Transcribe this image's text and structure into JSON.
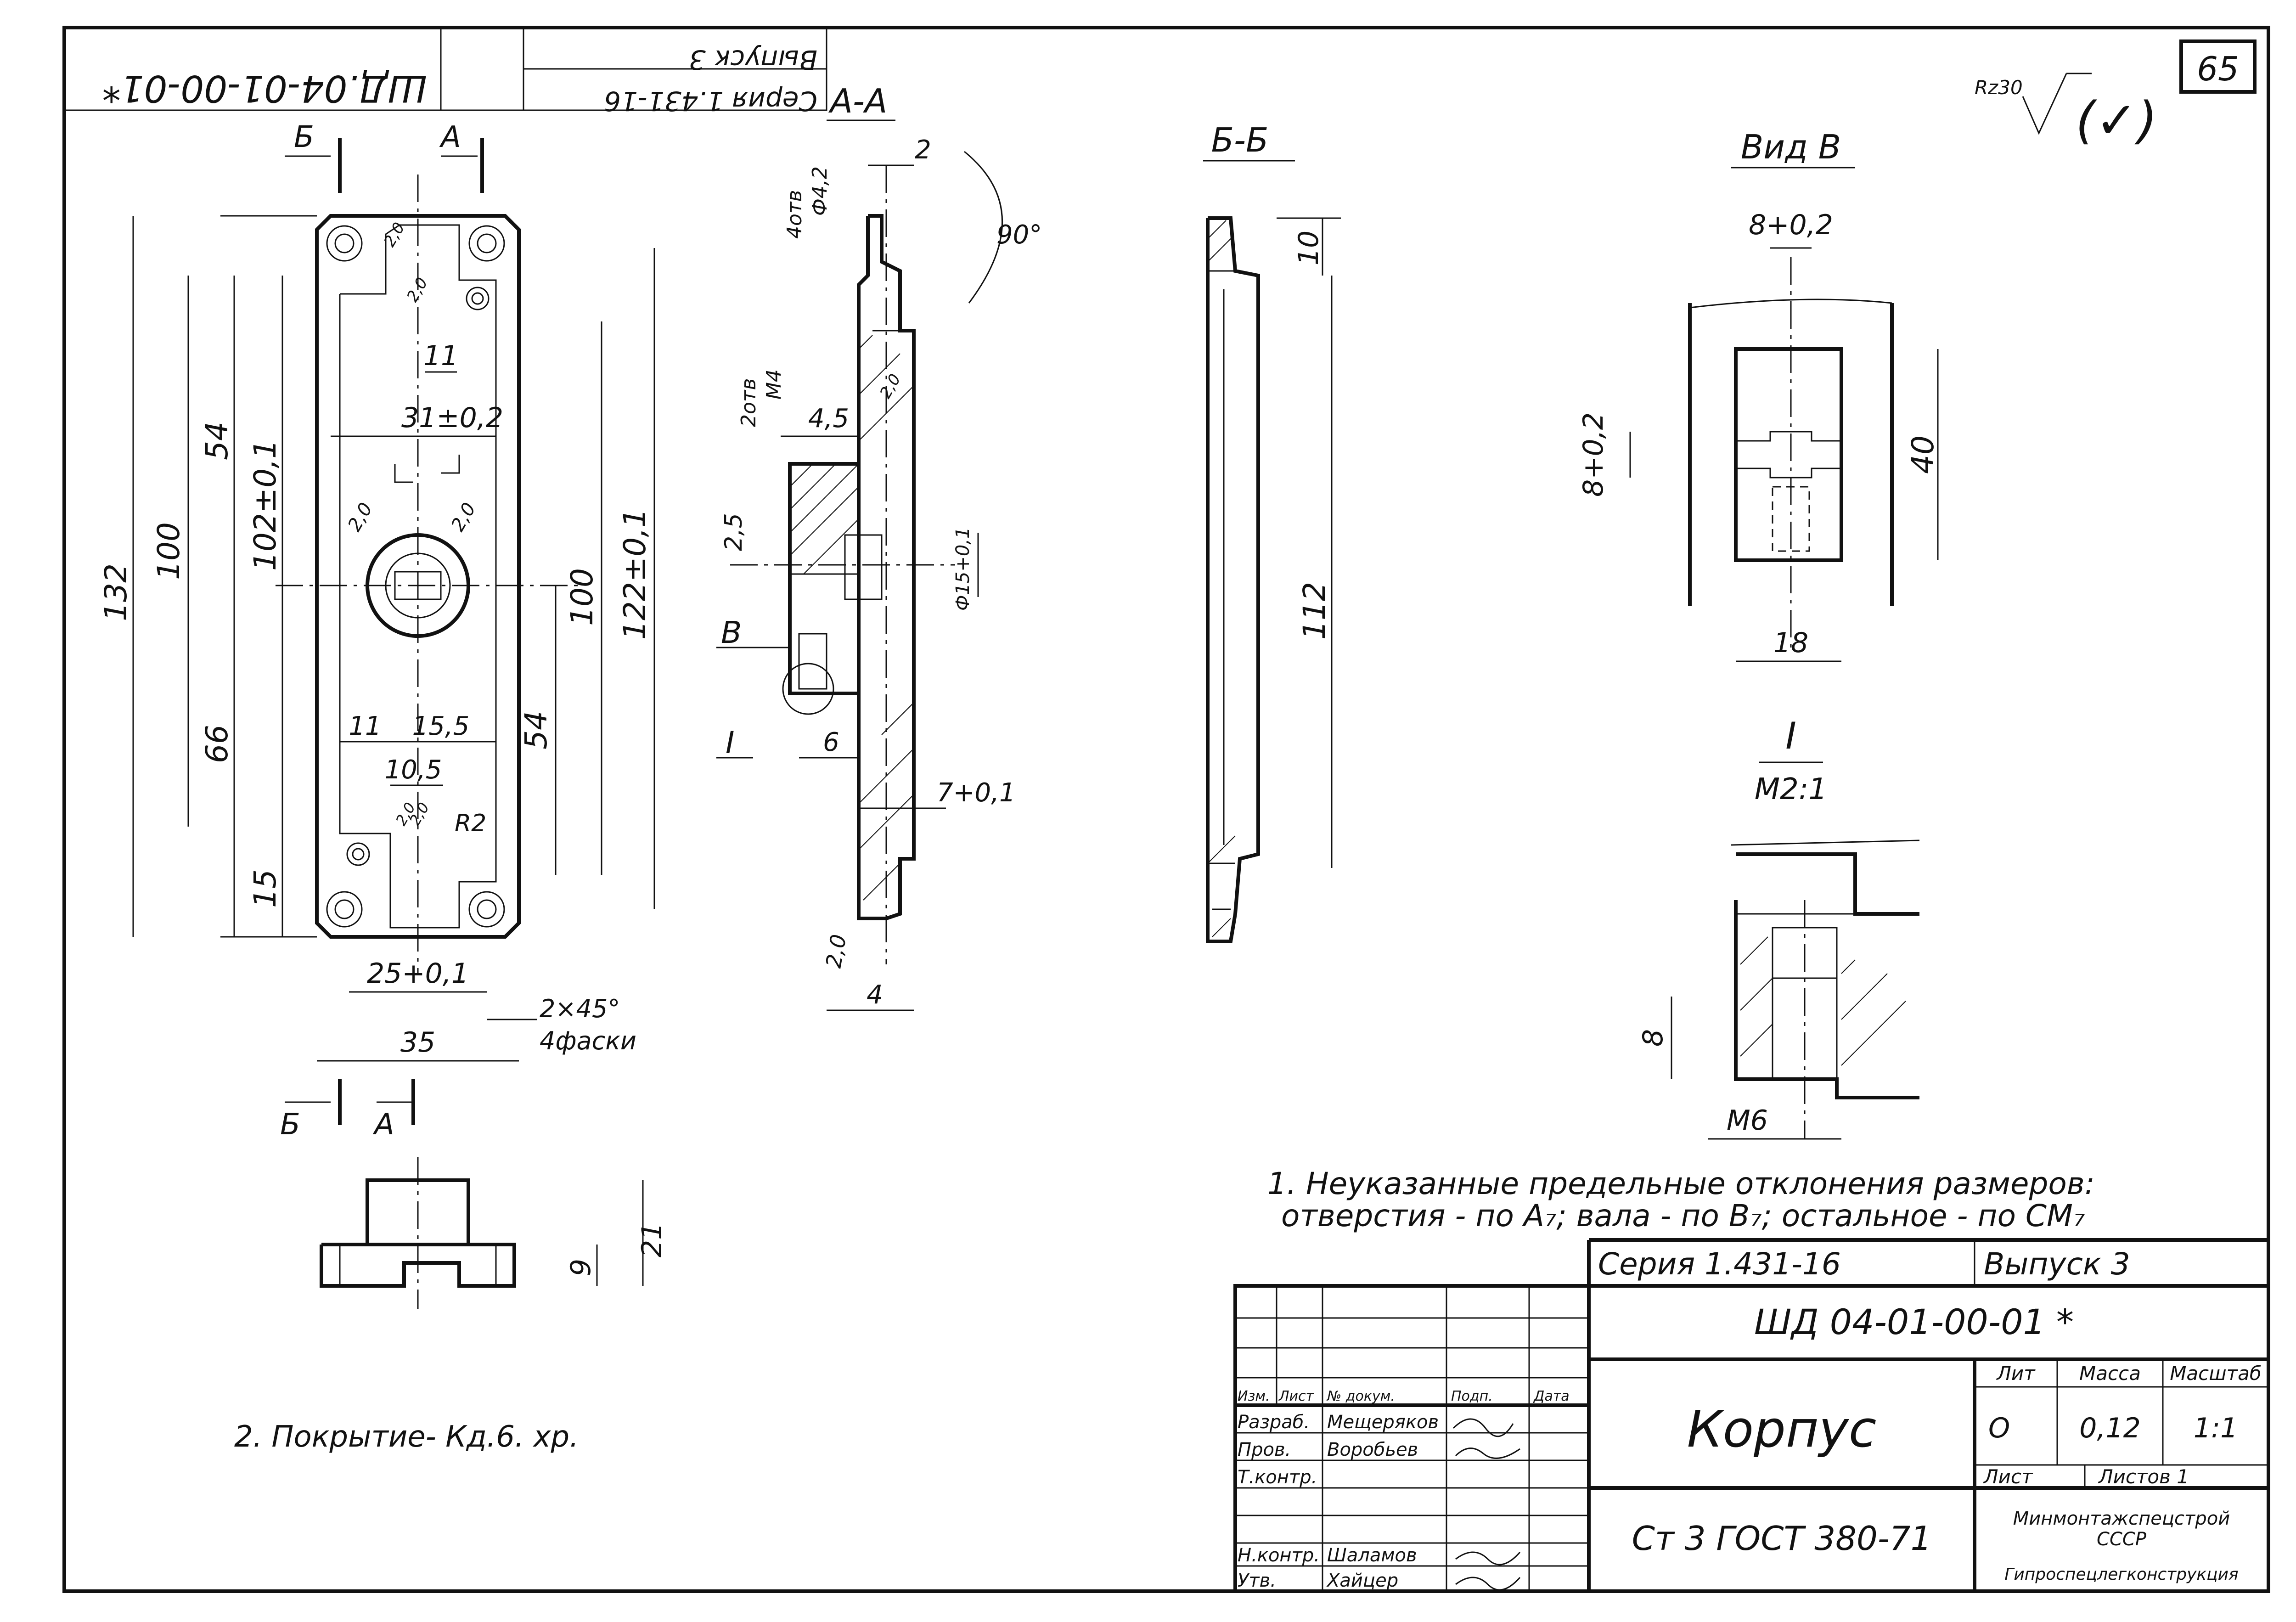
{
  "sheet": {
    "number": "65",
    "roughness": "Rz30",
    "roughness_bracket": "(✓)",
    "code_rotated": "ШД.04-01-00-01*",
    "series_rotated": "Серия 1.431-16",
    "issue_rotated": "Выпуск 3"
  },
  "views": {
    "section_a": "А-А",
    "section_b": "Б-Б",
    "view_v": "Вид В",
    "detail_i": "I",
    "detail_scale": "М2:1",
    "cut_b_top": "Б",
    "cut_a_top": "А",
    "cut_b_bottom": "Б",
    "cut_a_bottom": "А",
    "arrow_v": "В",
    "detail_mark": "I"
  },
  "dimensions": {
    "front": {
      "d132": "132",
      "d100": "100",
      "d54": "54",
      "d66": "66",
      "d102": "102±0,1",
      "d15": "15",
      "d11": "11",
      "d31": "31±0,2",
      "d100r": "100",
      "d122": "122±0,1",
      "d54r": "54",
      "d11b": "11",
      "d155": "15,5",
      "d105": "10,5",
      "r2": "R2",
      "d25": "25+0,1",
      "d35": "35",
      "chamfer": "2×45°",
      "chamfer_note": "4фаски",
      "s20a": "2,0",
      "s20b": "2,0",
      "s20c": "2,0",
      "s20d": "2,0",
      "s20e": "2,0",
      "s20f": "2,0"
    },
    "section_a": {
      "d4": "4отв",
      "d42": "Ф4,2",
      "d2": "2",
      "a90": "90°",
      "d2m4": "2отв",
      "m4": "М4",
      "d45": "4,5",
      "d25": "2,5",
      "d15": "Ф15+0,1",
      "d6": "6",
      "d7": "7+0,1",
      "d4b": "4",
      "s20a": "2,0",
      "s20b": "2,0"
    },
    "section_b": {
      "d10": "10",
      "d112": "112"
    },
    "view_v": {
      "d8top": "8+0,2",
      "d8left": "8+0,2",
      "d40": "40",
      "d18": "18"
    },
    "detail": {
      "d8": "8",
      "m6": "М6"
    },
    "bottom_view": {
      "d21": "21",
      "d9": "9"
    }
  },
  "notes": {
    "note1_line1": "1. Неуказанные предельные отклонения размеров:",
    "note1_line2": "отверстия - по А₇; вала - по В₇; остальное - по СМ₇",
    "note2": "2. Покрытие- Кд.6. хр."
  },
  "title_block": {
    "series": "Серия 1.431-16",
    "issue": "Выпуск 3",
    "code": "ШД 04-01-00-01 *",
    "name": "Корпус",
    "material": "Ст 3 ГОСТ 380-71",
    "lit_label": "Лит",
    "mass_label": "Масса",
    "scale_label": "Масштаб",
    "lit_value": "О",
    "mass_value": "0,12",
    "scale_value": "1:1",
    "sheet_label": "Лист",
    "sheets_label": "Листов 1",
    "org_line1": "Минмонтажспецстрой",
    "org_line2": "СССР",
    "org_line3": "Гипроспецлегконструкция",
    "hdr_izm": "Изм.",
    "hdr_list": "Лист",
    "hdr_doc": "№ докум.",
    "hdr_sign": "Подп.",
    "hdr_date": "Дата",
    "role_dev": "Разраб.",
    "role_check": "Пров.",
    "role_tcontrol": "Т.контр.",
    "role_ncontrol": "Н.контр.",
    "role_approve": "Утв.",
    "name_dev": "Мещеряков",
    "name_check": "Воробьев",
    "name_ncontrol": "Шаламов",
    "name_approve": "Хайцер"
  }
}
